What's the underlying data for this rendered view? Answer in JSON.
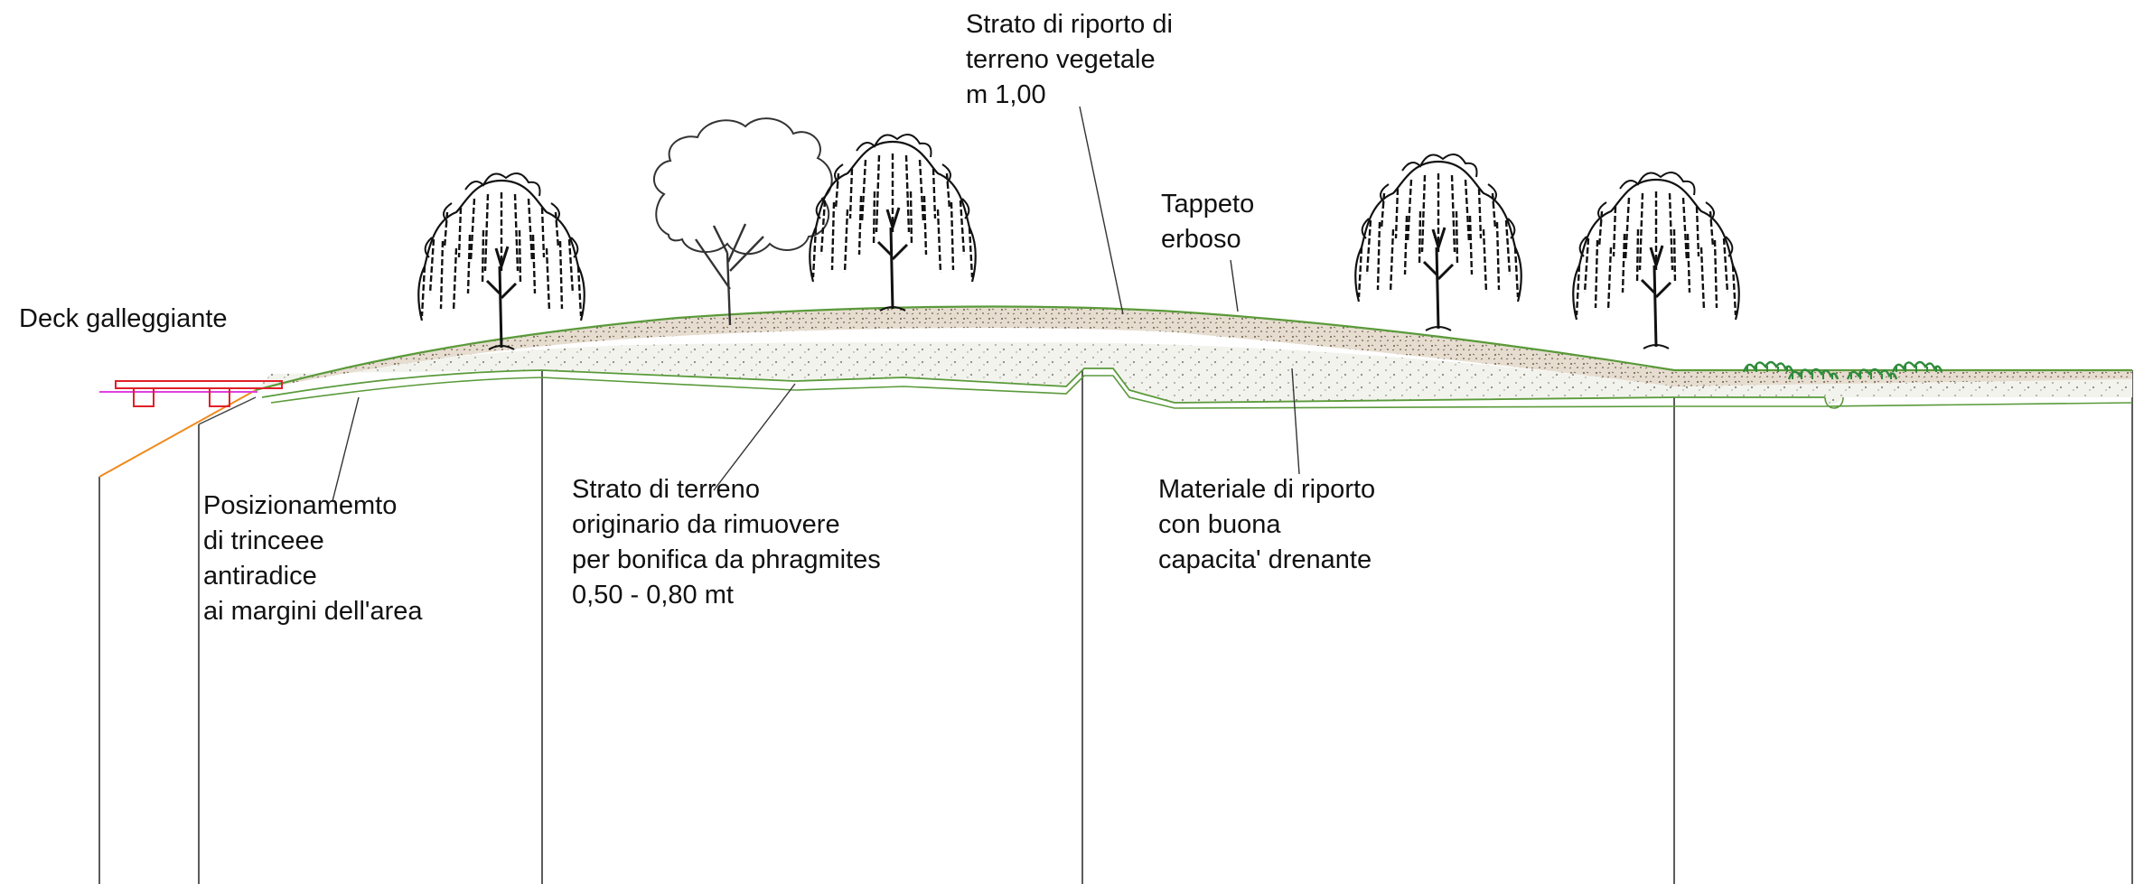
{
  "labels": {
    "deck": "Deck galleggiante",
    "riporto_vegetale": "Strato di riporto di\nterreno vegetale\nm 1,00",
    "tappeto": "Tappeto\nerboso",
    "trincee": "Posizionamemto\ndi trinceee\nantiradice\nai margini dell'area",
    "terreno_originario": "Strato di terreno\noriginario da rimuovere\nper bonifica da phragmites\n0,50 - 0,80 mt",
    "materiale_riporto": "Materiale di riporto\ncon buona\ncapacita' drenante"
  },
  "colors": {
    "line": "#111111",
    "grass": "#5a9a3a",
    "topsoil_fill": "#e6ddd0",
    "fill_material": "#f1f1ec",
    "deck": "#e0202a",
    "water": "#e040e0",
    "orange_slope": "#f08a1c",
    "shrub": "#2e8b3a"
  },
  "icons": [
    "weeping-willow-icon",
    "deciduous-tree-icon",
    "shrub-icon",
    "floating-deck-icon"
  ]
}
